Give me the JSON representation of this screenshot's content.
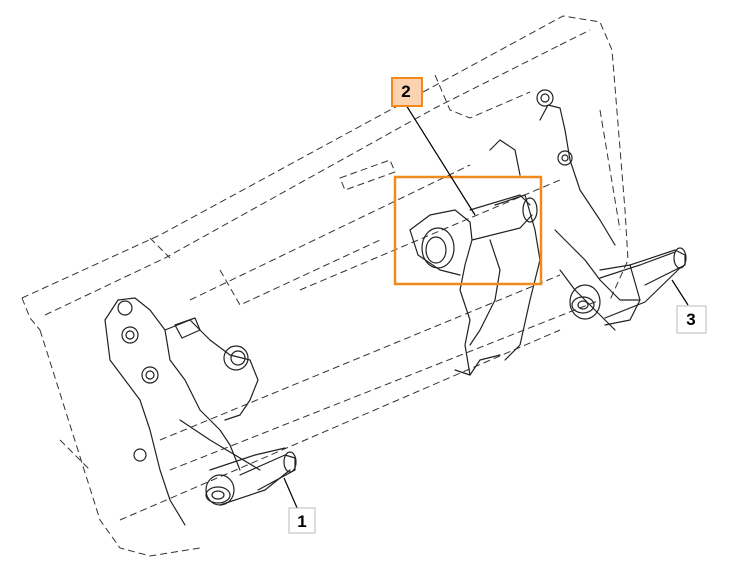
{
  "callouts": [
    {
      "id": "1",
      "label": "1"
    },
    {
      "id": "2",
      "label": "2"
    },
    {
      "id": "3",
      "label": "3"
    }
  ],
  "colors": {
    "highlight": "#f08a1c",
    "highlight_fill": "#fbd3b0",
    "line": "#222222"
  }
}
